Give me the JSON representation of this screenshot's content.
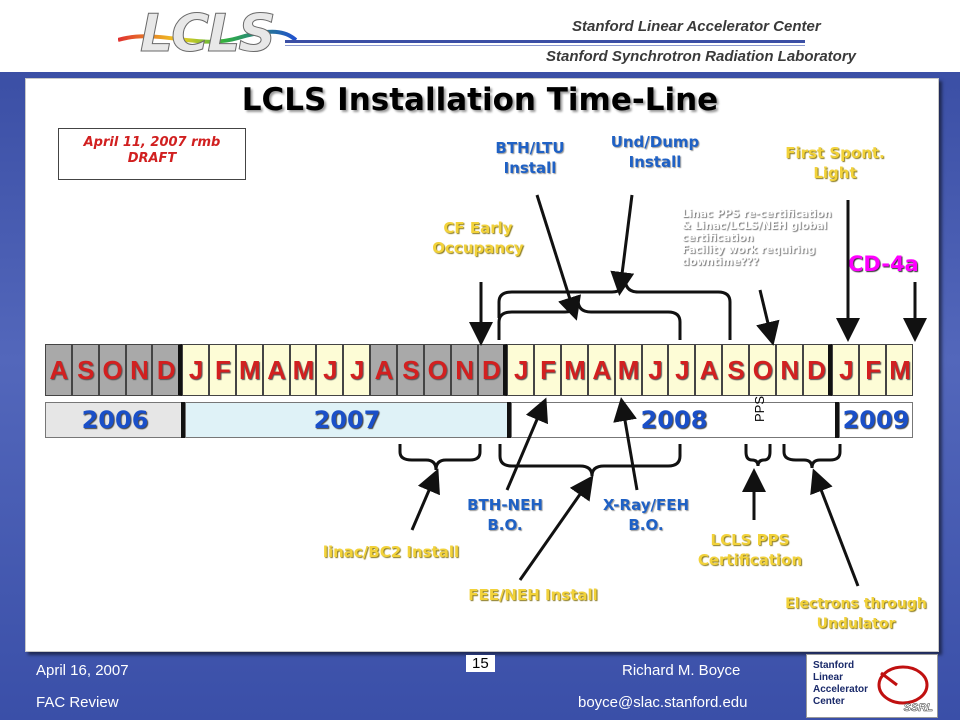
{
  "header": {
    "logo": "LCLS",
    "org1": "Stanford Linear Accelerator Center",
    "org2": "Stanford Synchrotron Radiation Laboratory"
  },
  "title": "LCLS Installation Time-Line",
  "draft_note": {
    "line1": "April 11, 2007 rmb",
    "line2": "DRAFT"
  },
  "months": [
    "A",
    "S",
    "O",
    "N",
    "D",
    "J",
    "F",
    "M",
    "A",
    "M",
    "J",
    "J",
    "A",
    "S",
    "O",
    "N",
    "D",
    "J",
    "F",
    "M",
    "A",
    "M",
    "J",
    "J",
    "A",
    "S",
    "O",
    "N",
    "D",
    "J",
    "F",
    "M"
  ],
  "years": [
    "2006",
    "2007",
    "2008",
    "2009"
  ],
  "pps_label": "PPS",
  "labels": {
    "bth_ltu": [
      "BTH/LTU",
      "Install"
    ],
    "und_dump": [
      "Und/Dump",
      "Install"
    ],
    "first_light": [
      "First Spont.",
      "Light"
    ],
    "cf_early": [
      "CF Early",
      "Occupancy"
    ],
    "linac_note": [
      "Linac PPS re-certification",
      "& Linac/LCLS/NEH global",
      "certification",
      "Facility work requiring",
      "downtime???"
    ],
    "cd4a": "CD-4a",
    "bth_neh": [
      "BTH-NEH",
      "B.O."
    ],
    "xray_feh": [
      "X-Ray/FEH",
      "B.O."
    ],
    "linac_bc2": "linac/BC2 Install",
    "lcls_pps": [
      "LCLS PPS",
      "Certification"
    ],
    "fee_neh": "FEE/NEH Install",
    "electrons": [
      "Electrons through",
      "Undulator"
    ]
  },
  "footer": {
    "date": "April 16, 2007",
    "meeting": "FAC Review",
    "author": "Richard M. Boyce",
    "email": "boyce@slac.stanford.edu",
    "page": "15",
    "logo_lines": [
      "Stanford",
      "Linear",
      "Accelerator",
      "Center"
    ],
    "logo_tag": "SSRL"
  },
  "colors": {
    "month_gray": "#a9a9a9",
    "month_yellow": "#fdfcd6",
    "month_text": "#d22020",
    "year_text": "#1a4fc8",
    "label_blue": "#1f61c5",
    "label_yellow": "#f2d23a",
    "cd4a": "#ff00ff",
    "background": "#4a5eb3"
  }
}
